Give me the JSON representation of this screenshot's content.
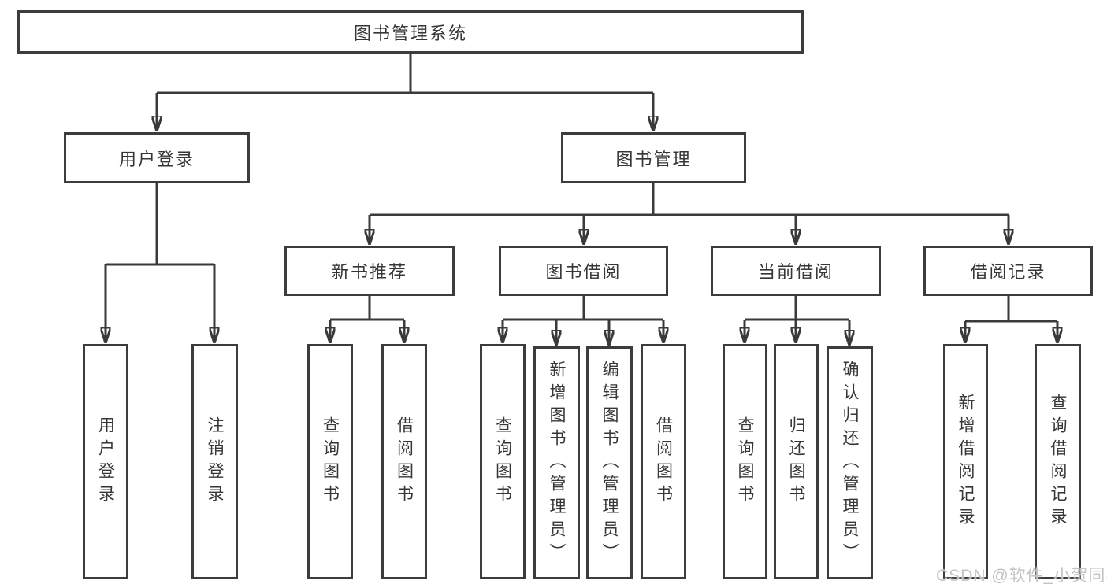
{
  "tree": {
    "label": "图书管理系统",
    "children": [
      {
        "label": "用户登录",
        "children": [
          {
            "label": "用户登录"
          },
          {
            "label": "注销登录"
          }
        ]
      },
      {
        "label": "图书管理",
        "children": [
          {
            "label": "新书推荐",
            "children": [
              {
                "label": "查询图书"
              },
              {
                "label": "借阅图书"
              }
            ]
          },
          {
            "label": "图书借阅",
            "children": [
              {
                "label": "查询图书"
              },
              {
                "label": "新增图书（管理员）"
              },
              {
                "label": "编辑图书（管理员）"
              },
              {
                "label": "借阅图书"
              }
            ]
          },
          {
            "label": "当前借阅",
            "children": [
              {
                "label": "查询图书"
              },
              {
                "label": "归还图书"
              },
              {
                "label": "确认归还（管理员）"
              }
            ]
          },
          {
            "label": "借阅记录",
            "children": [
              {
                "label": "新增借阅记录"
              },
              {
                "label": "查询借阅记录"
              }
            ]
          }
        ]
      }
    ]
  },
  "watermark": {
    "text": "CSDN @软件_小贺同学"
  },
  "colors": {
    "background": "#ffffff",
    "line": "#3a3a3a",
    "box_border": "#3c3c3c",
    "text": "#363636",
    "watermark": "#c3c3c3"
  }
}
